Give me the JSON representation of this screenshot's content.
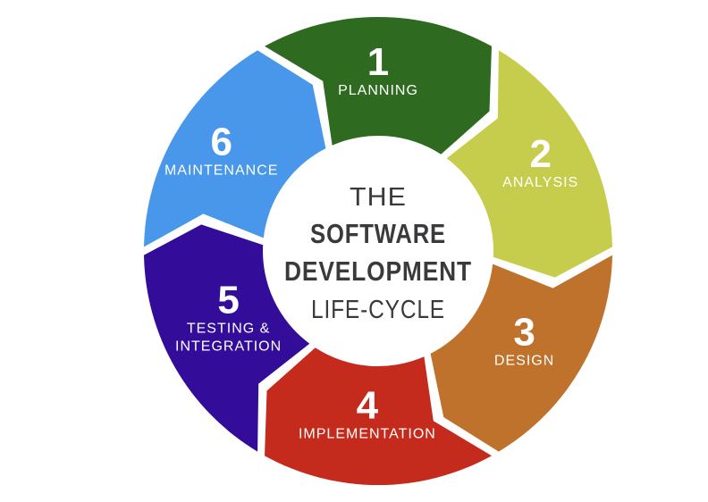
{
  "center": {
    "line1": "THE",
    "line2": "SOFTWARE",
    "line3": "DEVELOPMENT",
    "line4": "LIFE-CYCLE"
  },
  "colors": {
    "background": "#ffffff",
    "center_text": "#3a3a3c",
    "segment_label_text": "#ffffff"
  },
  "segments": [
    {
      "number": "1",
      "label": "PLANNING",
      "lines": [
        "PLANNING"
      ],
      "color": "#2e6b20"
    },
    {
      "number": "2",
      "label": "ANALYSIS",
      "lines": [
        "ANALYSIS"
      ],
      "color": "#c6cd4c"
    },
    {
      "number": "3",
      "label": "DESIGN",
      "lines": [
        "DESIGN"
      ],
      "color": "#bf722c"
    },
    {
      "number": "4",
      "label": "IMPLEMENTATION",
      "lines": [
        "IMPLEMENTATION"
      ],
      "color": "#c52b1d"
    },
    {
      "number": "5",
      "label": "TESTING & INTEGRATION",
      "lines": [
        "TESTING &",
        "INTEGRATION"
      ],
      "color": "#330d99"
    },
    {
      "number": "6",
      "label": "MAINTENANCE",
      "lines": [
        "MAINTENANCE"
      ],
      "color": "#4897ea"
    }
  ]
}
